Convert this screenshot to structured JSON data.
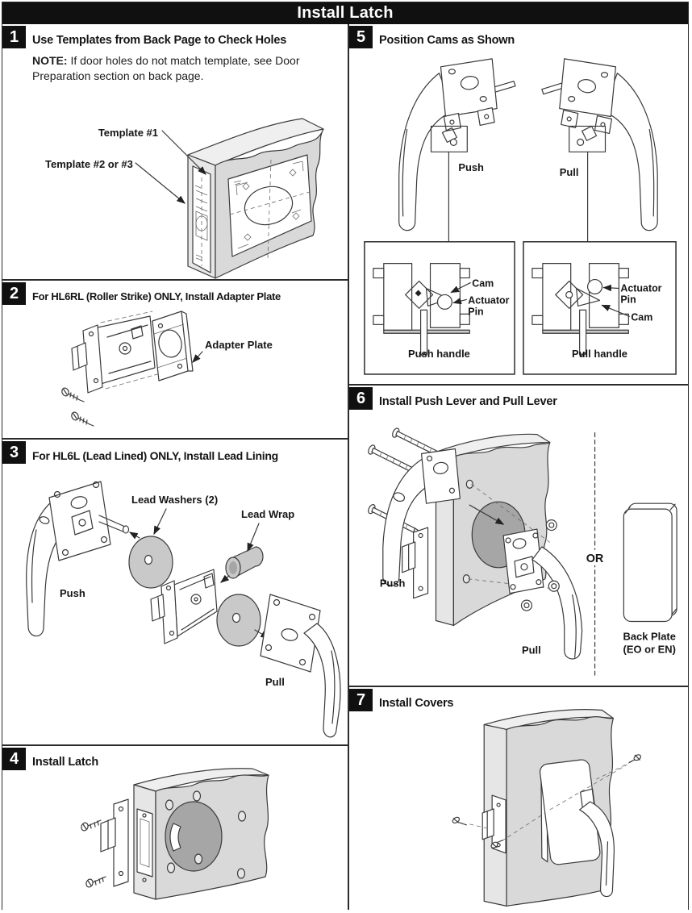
{
  "title": "Install Latch",
  "colors": {
    "banner_bg": "#101010",
    "text": "#151515",
    "door_gray": "#d9d9d9",
    "hole_gray": "#a6a6a6",
    "part_gray": "#c9c9c9"
  },
  "steps": {
    "s1": {
      "num": "1",
      "heading": "Use Templates from Back Page to Check Holes",
      "note_label": "NOTE:",
      "note_text": "If door holes do not match template, see Door Preparation section on back page.",
      "label_template1": "Template #1",
      "label_template23": "Template #2 or #3"
    },
    "s2": {
      "num": "2",
      "heading": "For HL6RL (Roller Strike) ONLY, Install Adapter Plate",
      "label_adapter": "Adapter Plate"
    },
    "s3": {
      "num": "3",
      "heading": "For HL6L (Lead Lined) ONLY, Install Lead Lining",
      "label_washers": "Lead Washers (2)",
      "label_wrap": "Lead Wrap",
      "label_push": "Push",
      "label_pull": "Pull"
    },
    "s4": {
      "num": "4",
      "heading": "Install Latch"
    },
    "s5": {
      "num": "5",
      "heading": "Position Cams as Shown",
      "label_push": "Push",
      "label_pull": "Pull",
      "label_cam": "Cam",
      "label_actuator_line1": "Actuator",
      "label_actuator_line2": "Pin",
      "caption_push": "Push handle",
      "caption_pull": "Pull handle"
    },
    "s6": {
      "num": "6",
      "heading": "Install Push Lever and Pull Lever",
      "label_push": "Push",
      "label_pull": "Pull",
      "label_or": "OR",
      "label_backplate_line1": "Back Plate",
      "label_backplate_line2": "(EO or EN)"
    },
    "s7": {
      "num": "7",
      "heading": "Install Covers"
    }
  }
}
